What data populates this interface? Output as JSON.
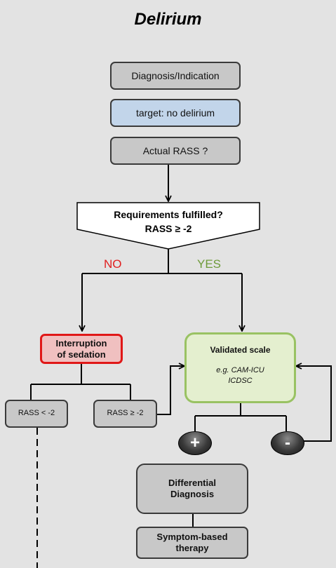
{
  "title": "Delirium",
  "nodes": {
    "diagnosis": "Diagnosis/Indication",
    "target": "target: no delirium",
    "actual_rass": "Actual RASS ?",
    "requirements_line1": "Requirements fulfilled?",
    "requirements_line2": "RASS ≥ -2",
    "interruption_line1": "Interruption",
    "interruption_line2": "of sedation",
    "rass_low": "RASS  < -2",
    "rass_high": "RASS  ≥ -2",
    "validated_scale": "Validated scale",
    "scale_examples_line1": "e.g. CAM-ICU",
    "scale_examples_line2": "ICDSC",
    "differential_line1": "Differential",
    "differential_line2": "Diagnosis",
    "symptom_line1": "Symptom-based",
    "symptom_line2": "therapy"
  },
  "branches": {
    "no": "NO",
    "yes": "YES"
  },
  "signs": {
    "positive": "+",
    "negative": "-"
  },
  "colors": {
    "no": "#e02020",
    "yes": "#6e9a3a",
    "target_fill": "#c2d5ea",
    "interruption_border": "#e01818",
    "scale_border": "#99c263"
  }
}
